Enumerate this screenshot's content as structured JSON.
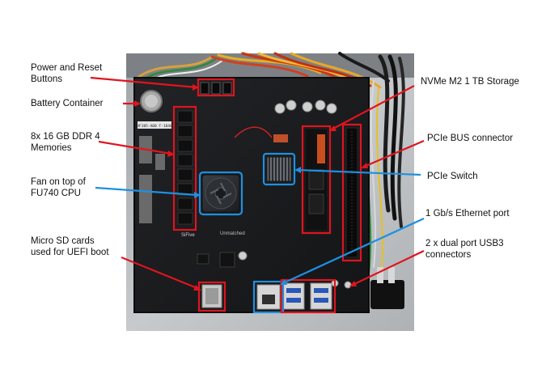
{
  "labels": {
    "power_reset": "Power and Reset\nButtons",
    "battery": "Battery Container",
    "memory": "8x 16 GB DDR 4\nMemories",
    "fan": "Fan on top of\nFU740 CPU",
    "sd": "Micro SD cards\nused for UEFI boot",
    "nvme": "NVMe M2 1 TB Storage",
    "pcie_bus": "PCIe BUS connector",
    "pcie_switch": "PCIe Switch",
    "ethernet": "1 Gb/s Ethernet port",
    "usb": "2 x dual port USB3\nconnectors"
  },
  "board_marks": {
    "brand": "SiFive",
    "board_name": "Unmatched",
    "board_sticker": "HF105-A00 F-1840"
  },
  "colors": {
    "highlight_red": "#e0141e",
    "highlight_blue": "#1e90e0",
    "pcb": "#1b1c1e",
    "chassis": "#b8bcc0"
  }
}
